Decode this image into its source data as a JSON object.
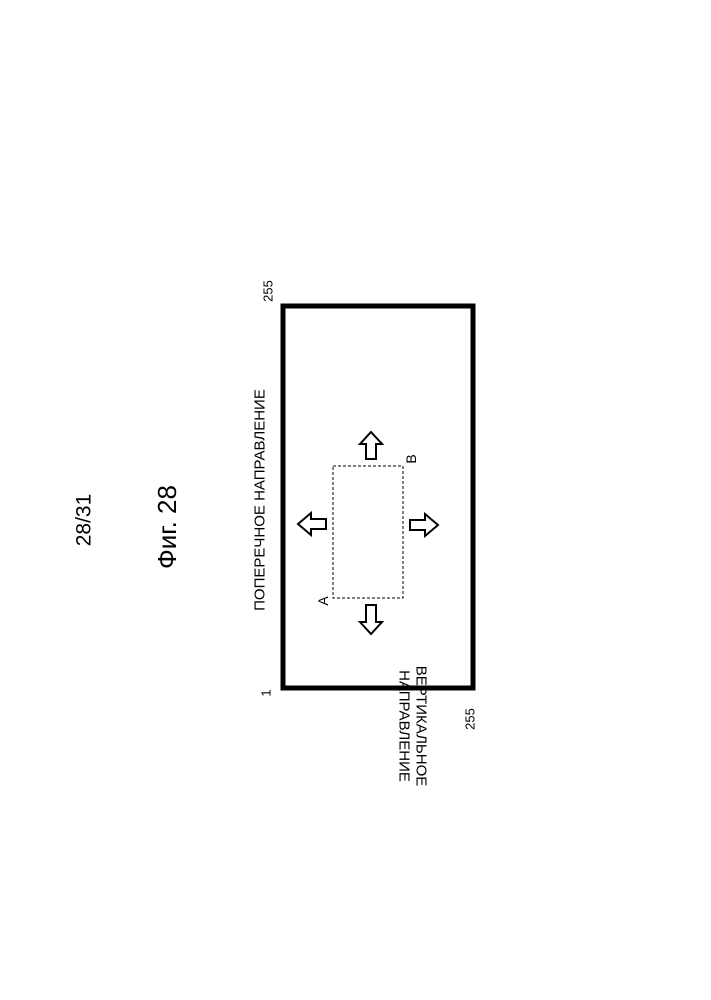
{
  "page_number": "28/31",
  "figure_title": "Фиг. 28",
  "axes": {
    "transverse_label": "ПОПЕРЕЧНОЕ НАПРАВЛЕНИЕ",
    "vertical_label_line1": "ВЕРТИКАЛЬНОЕ",
    "vertical_label_line2": "НАПРАВЛЕНИЕ",
    "tick_top_right": "255",
    "tick_origin": "1",
    "tick_bottom": "255"
  },
  "points": {
    "a": "A",
    "b": "B"
  },
  "icons": [
    "arrow-up-icon",
    "arrow-down-icon",
    "arrow-left-icon",
    "arrow-right-icon"
  ]
}
